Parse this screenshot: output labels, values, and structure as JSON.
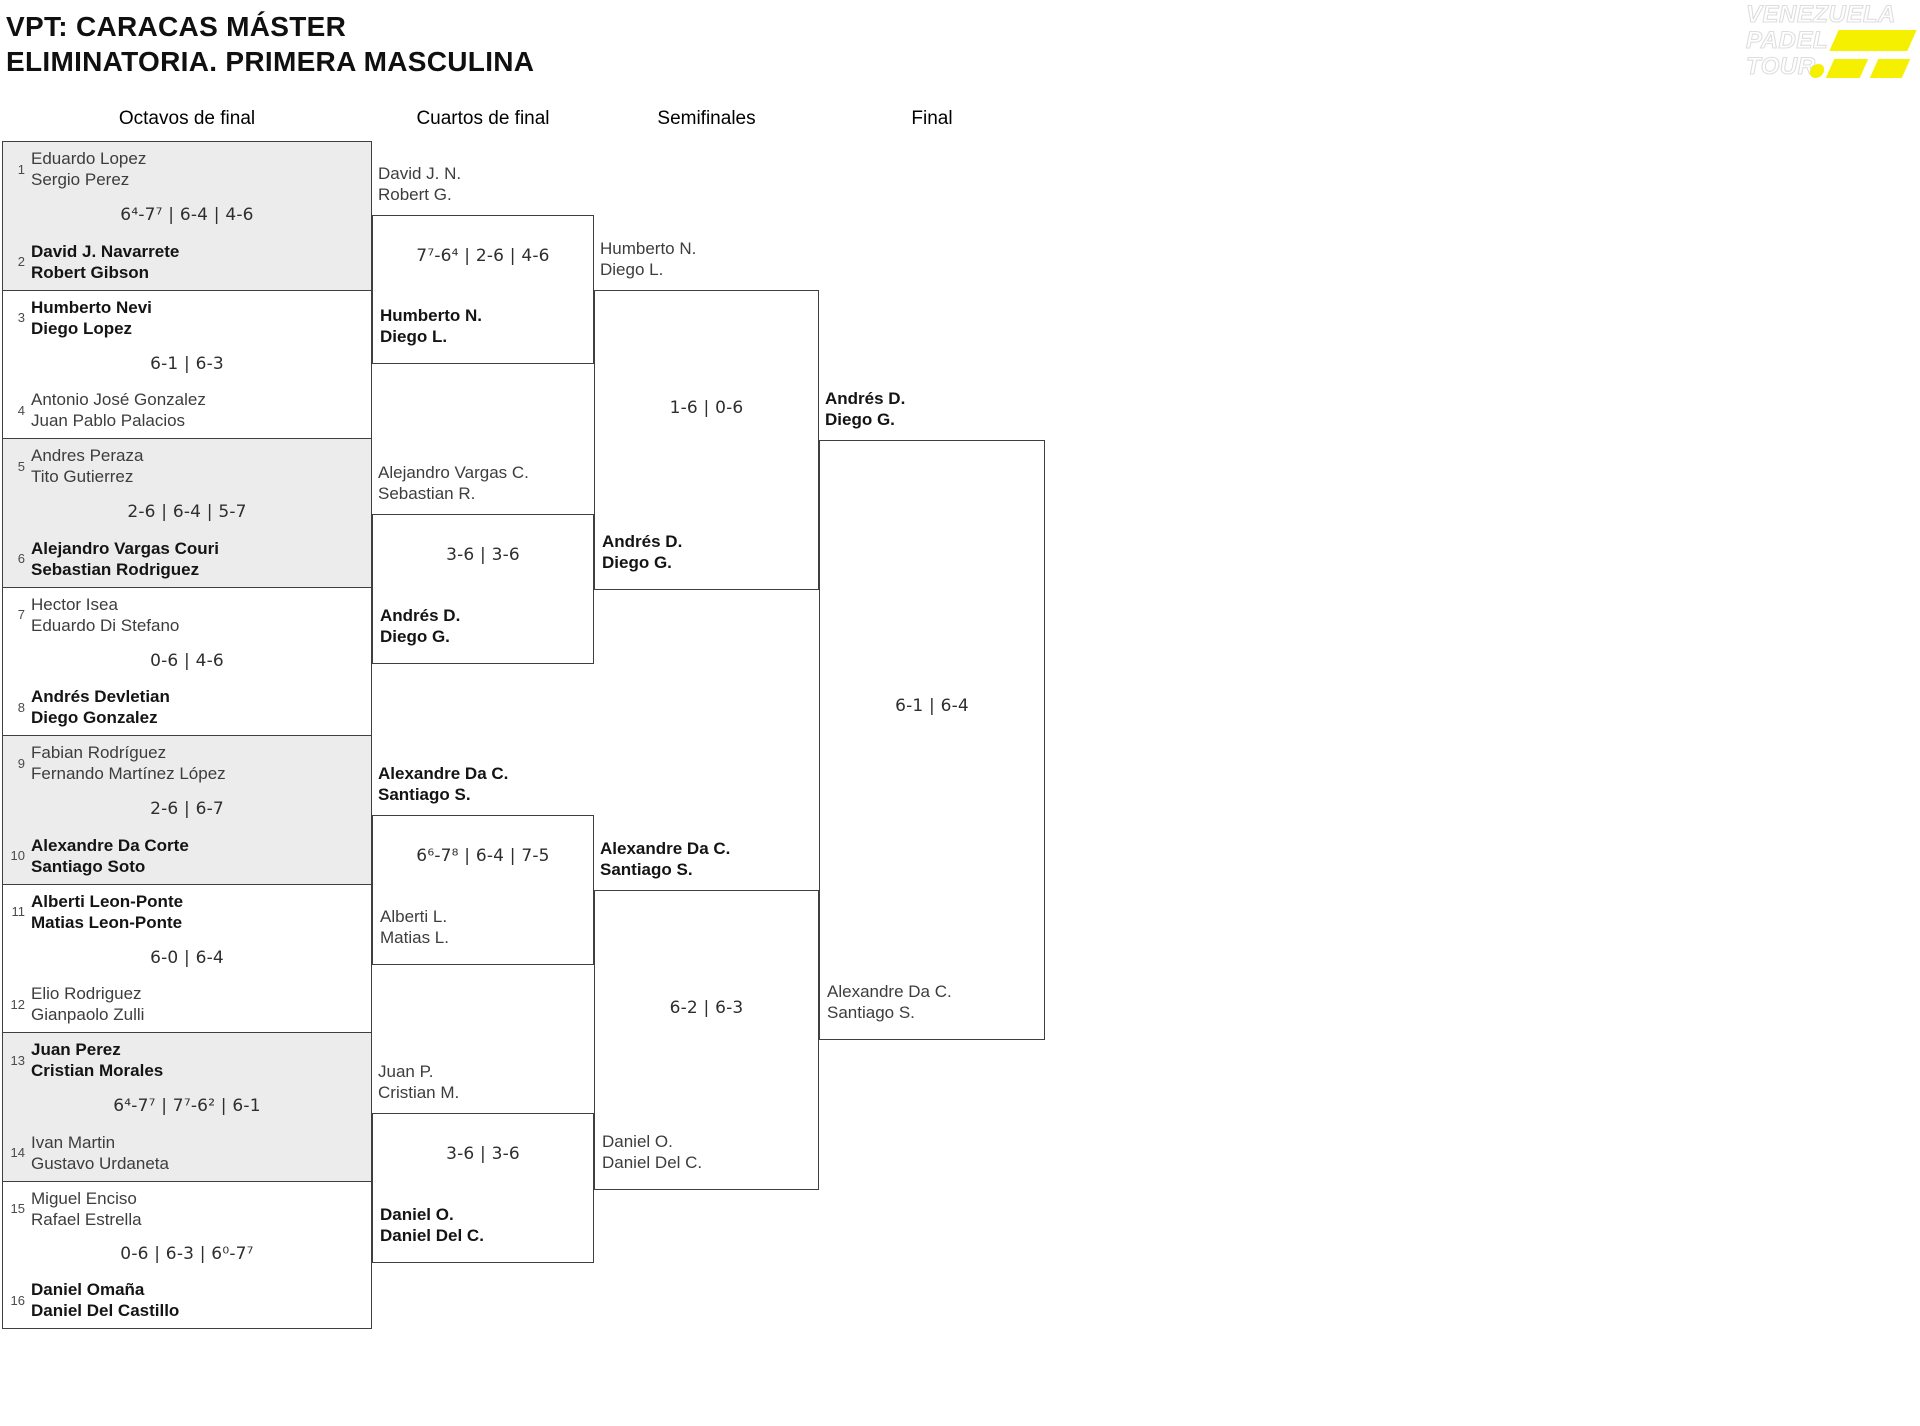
{
  "title": {
    "line1": "VPT: CARACAS MÁSTER",
    "line2": "ELIMINATORIA. PRIMERA MASCULINA"
  },
  "logo": {
    "word1": "VENEZUELA",
    "word2": "PADEL",
    "word3": "TOUR."
  },
  "colors": {
    "shaded_cell": "#ECECEC",
    "border": "#3f3f3f",
    "logo_yellow": "#F5F000"
  },
  "columns": [
    "Octavos de final",
    "Cuartos de final",
    "Semifinales",
    "Final"
  ],
  "rounds": {
    "octavos": [
      {
        "top": {
          "seed": "1",
          "p1": "Eduardo Lopez",
          "p2": "Sergio Perez",
          "winner": false
        },
        "score": "6⁴-7⁷ | 6-4 | 4-6",
        "bottom": {
          "seed": "2",
          "p1": "David J. Navarrete",
          "p2": "Robert Gibson",
          "winner": true
        }
      },
      {
        "top": {
          "seed": "3",
          "p1": "Humberto Nevi",
          "p2": "Diego Lopez",
          "winner": true
        },
        "score": "6-1 | 6-3",
        "bottom": {
          "seed": "4",
          "p1": "Antonio José Gonzalez",
          "p2": "Juan Pablo Palacios",
          "winner": false
        }
      },
      {
        "top": {
          "seed": "5",
          "p1": "Andres Peraza",
          "p2": "Tito Gutierrez",
          "winner": false
        },
        "score": "2-6 | 6-4 | 5-7",
        "bottom": {
          "seed": "6",
          "p1": "Alejandro Vargas Couri",
          "p2": "Sebastian Rodriguez",
          "winner": true
        }
      },
      {
        "top": {
          "seed": "7",
          "p1": "Hector Isea",
          "p2": "Eduardo Di Stefano",
          "winner": false
        },
        "score": "0-6 | 4-6",
        "bottom": {
          "seed": "8",
          "p1": "Andrés Devletian",
          "p2": "Diego Gonzalez",
          "winner": true
        }
      },
      {
        "top": {
          "seed": "9",
          "p1": "Fabian Rodríguez",
          "p2": "Fernando Martínez López",
          "winner": false
        },
        "score": "2-6 | 6-7",
        "bottom": {
          "seed": "10",
          "p1": "Alexandre Da Corte",
          "p2": "Santiago Soto",
          "winner": true
        }
      },
      {
        "top": {
          "seed": "11",
          "p1": "Alberti Leon-Ponte",
          "p2": "Matias Leon-Ponte",
          "winner": true
        },
        "score": "6-0 | 6-4",
        "bottom": {
          "seed": "12",
          "p1": "Elio Rodriguez",
          "p2": "Gianpaolo Zulli",
          "winner": false
        }
      },
      {
        "top": {
          "seed": "13",
          "p1": "Juan Perez",
          "p2": "Cristian Morales",
          "winner": true
        },
        "score": "6⁴-7⁷ | 7⁷-6² | 6-1",
        "bottom": {
          "seed": "14",
          "p1": "Ivan Martin",
          "p2": "Gustavo Urdaneta",
          "winner": false
        }
      },
      {
        "top": {
          "seed": "15",
          "p1": "Miguel Enciso",
          "p2": "Rafael Estrella",
          "winner": false
        },
        "score": "0-6 | 6-3 | 6⁰-7⁷",
        "bottom": {
          "seed": "16",
          "p1": "Daniel Omaña",
          "p2": "Daniel Del Castillo",
          "winner": true
        }
      }
    ],
    "cuartos": [
      {
        "top": {
          "p1": "David J. N.",
          "p2": "Robert G.",
          "winner": false
        },
        "score": "7⁷-6⁴ | 2-6 | 4-6",
        "bottom": {
          "p1": "Humberto N.",
          "p2": "Diego L.",
          "winner": true
        }
      },
      {
        "top": {
          "p1": "Alejandro Vargas C.",
          "p2": "Sebastian R.",
          "winner": false
        },
        "score": "3-6 | 3-6",
        "bottom": {
          "p1": "Andrés D.",
          "p2": "Diego G.",
          "winner": true
        }
      },
      {
        "top": {
          "p1": "Alexandre Da C.",
          "p2": "Santiago S.",
          "winner": true
        },
        "score": "6⁶-7⁸ | 6-4 | 7-5",
        "bottom": {
          "p1": "Alberti L.",
          "p2": "Matias L.",
          "winner": false
        }
      },
      {
        "top": {
          "p1": "Juan P.",
          "p2": "Cristian M.",
          "winner": false
        },
        "score": "3-6 | 3-6",
        "bottom": {
          "p1": "Daniel O.",
          "p2": "Daniel Del C.",
          "winner": true
        }
      }
    ],
    "semifinales": [
      {
        "top": {
          "p1": "Humberto N.",
          "p2": "Diego L.",
          "winner": false
        },
        "score": "1-6 | 0-6",
        "bottom": {
          "p1": "Andrés D.",
          "p2": "Diego G.",
          "winner": true
        }
      },
      {
        "top": {
          "p1": "Alexandre Da C.",
          "p2": "Santiago S.",
          "winner": true
        },
        "score": "6-2 | 6-3",
        "bottom": {
          "p1": "Daniel O.",
          "p2": "Daniel Del C.",
          "winner": false
        }
      }
    ],
    "final": [
      {
        "top": {
          "p1": "Andrés D.",
          "p2": "Diego G.",
          "winner": true
        },
        "score": "6-1 | 6-4",
        "bottom": {
          "p1": "Alexandre Da C.",
          "p2": "Santiago S.",
          "winner": false
        }
      }
    ]
  }
}
